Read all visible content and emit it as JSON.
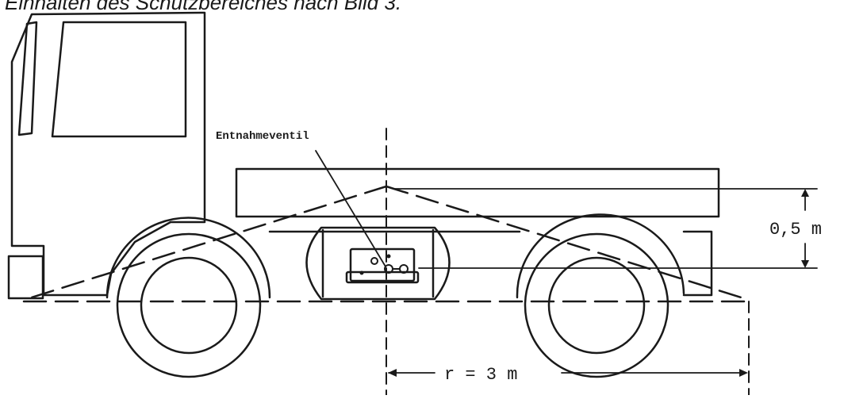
{
  "heading": "Einhalten des Schutzbereiches nach Bild 3.",
  "labels": {
    "valve": "Entnahmeventil",
    "height": "0,5 m",
    "radius": "r = 3 m"
  },
  "colors": {
    "ink": "#1a1a1a",
    "background": "#ffffff"
  }
}
